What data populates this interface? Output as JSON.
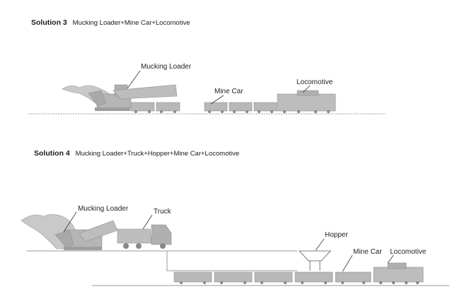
{
  "solution3": {
    "number": "Solution 3",
    "description": "Mucking Loader+Mine Car+Locomotive",
    "labels": {
      "mucking_loader": "Mucking Loader",
      "mine_car": "Mine Car",
      "locomotive": "Locomotive"
    }
  },
  "solution4": {
    "number": "Solution 4",
    "description": "Mucking Loader+Truck+Hopper+Mine Car+Locomotive",
    "labels": {
      "mucking_loader": "Mucking Loader",
      "truck": "Truck",
      "hopper": "Hopper",
      "mine_car": "Mine Car",
      "locomotive": "Locomotive"
    }
  },
  "colors": {
    "equipment": "#b5b5b5",
    "equipment_dark": "#8f8f8f",
    "rock": "#c9c9c9",
    "ground": "#9a9a9a",
    "leader_line": "#333333"
  }
}
